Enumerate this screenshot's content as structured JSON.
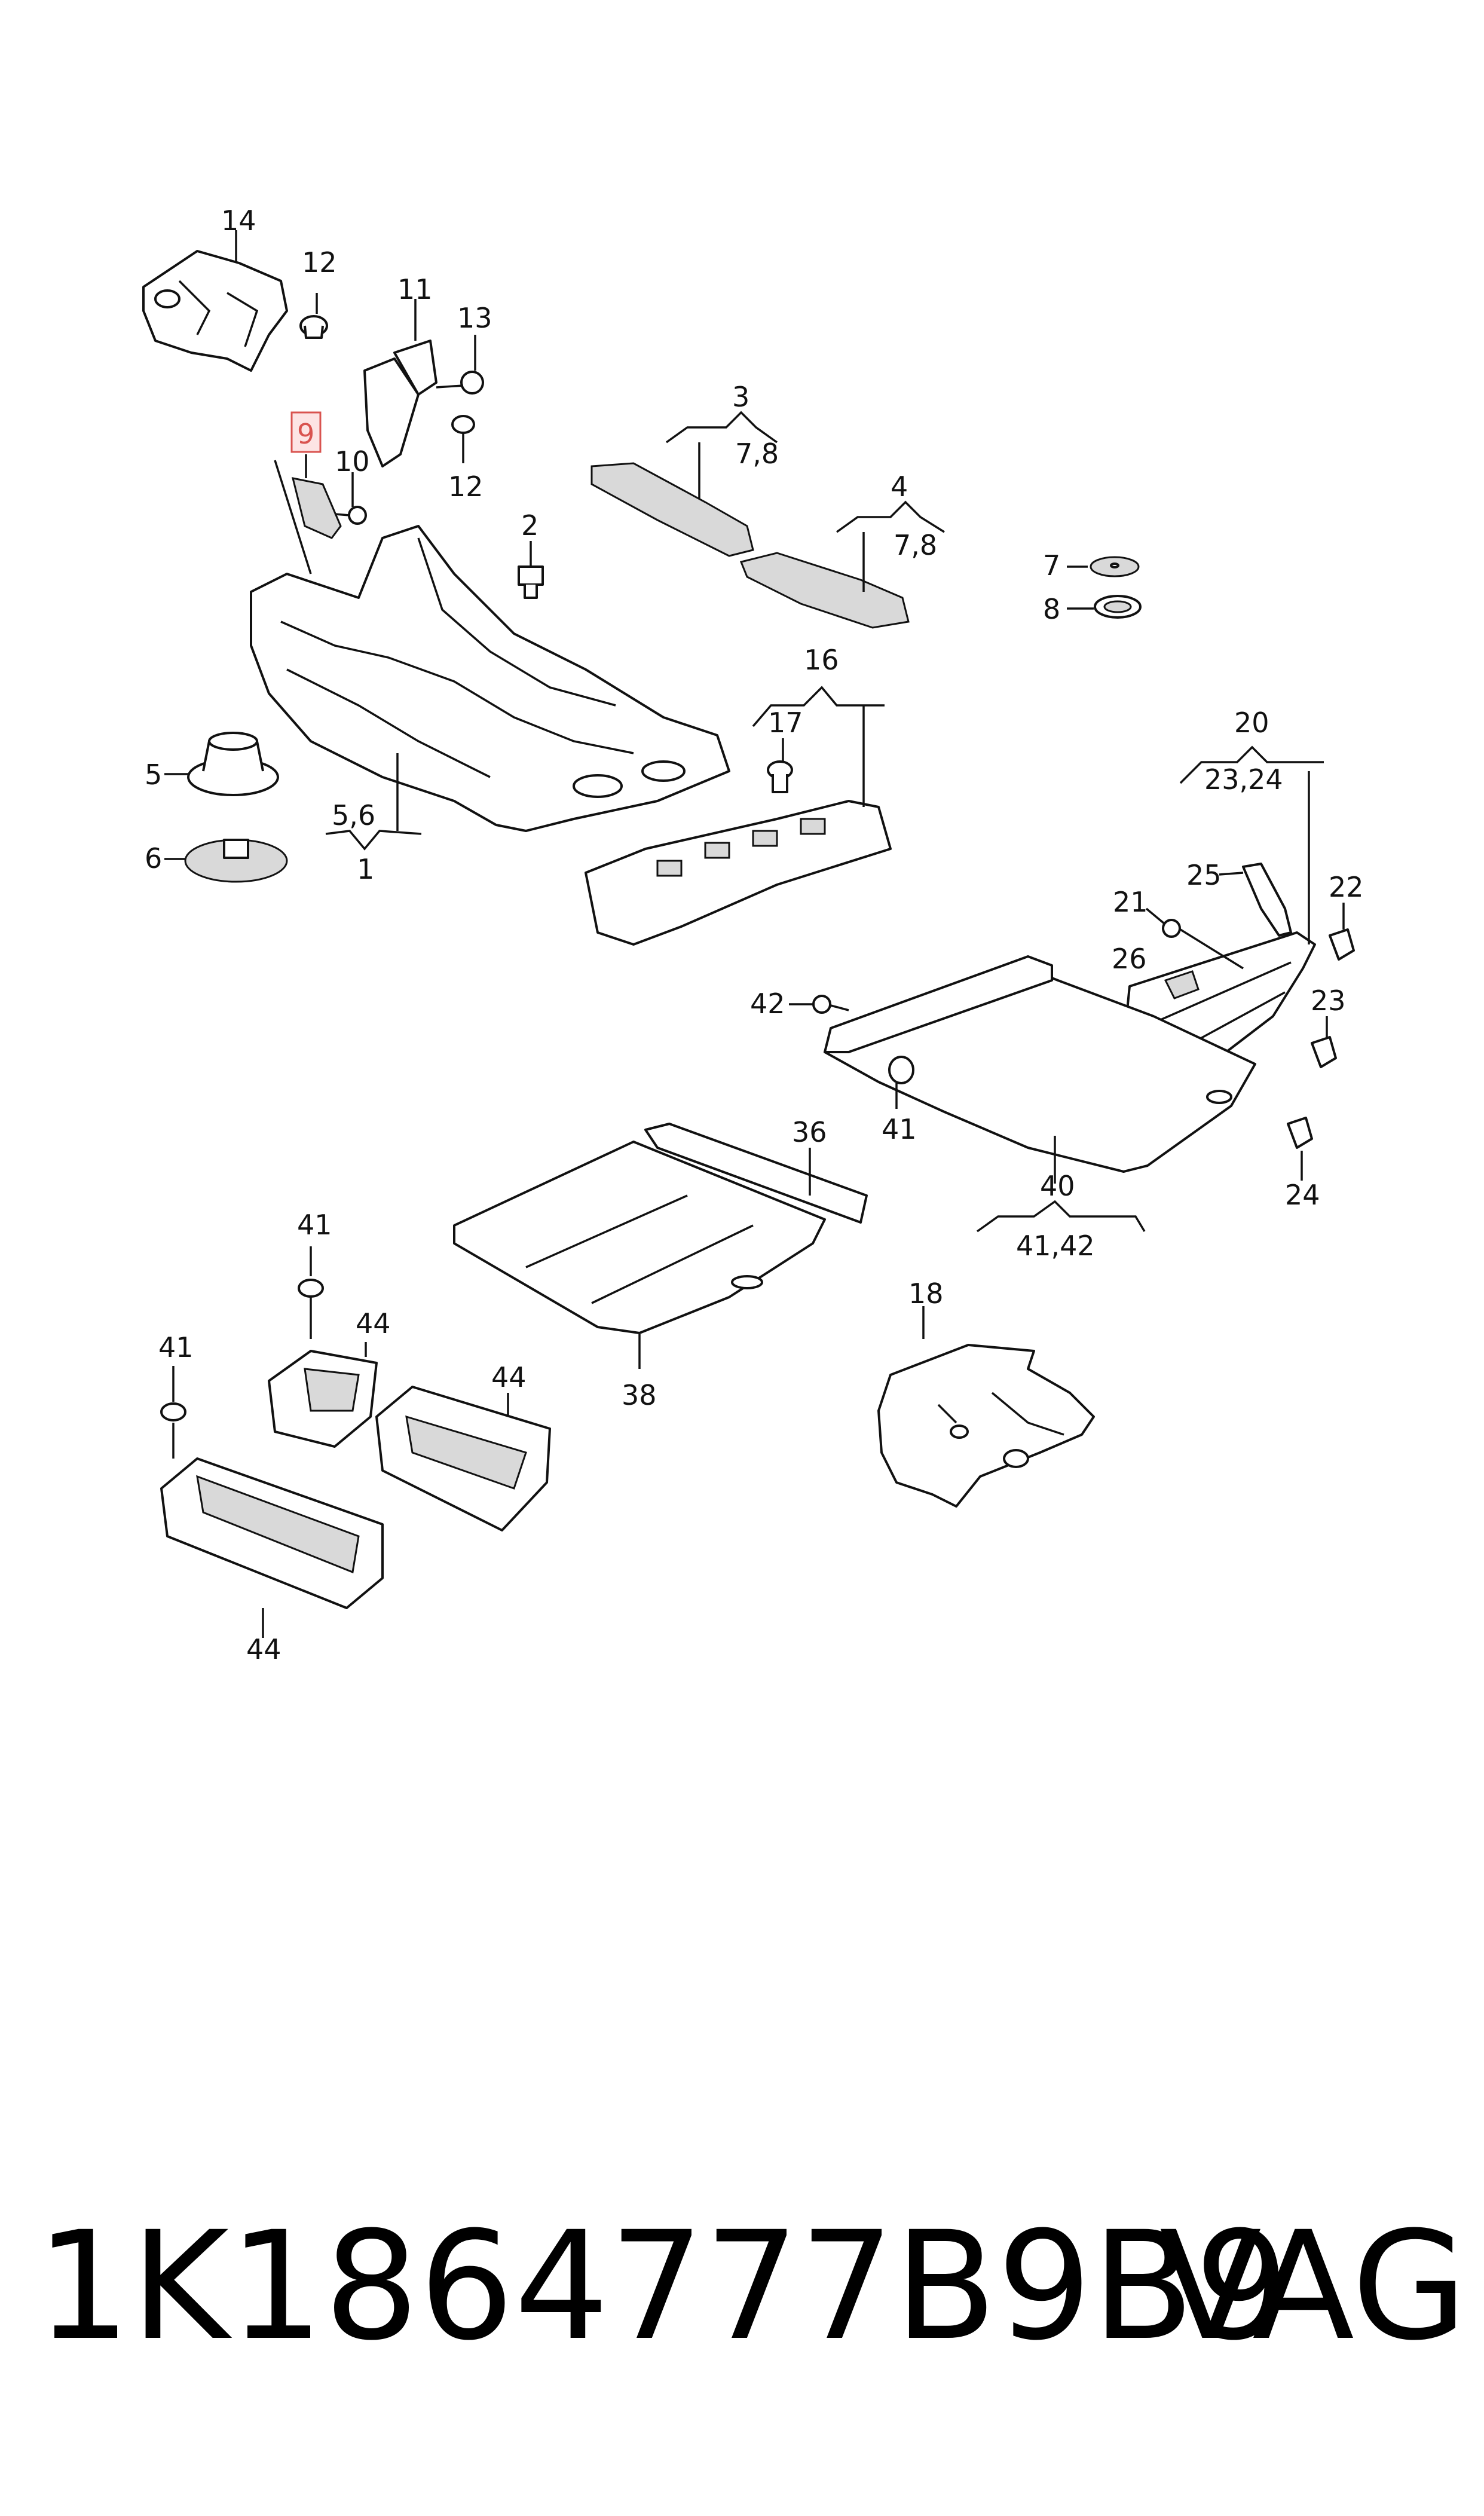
{
  "callouts": {
    "c14": "14",
    "c12a": "12",
    "c11": "11",
    "c13": "13",
    "c12b": "12",
    "c9": "9",
    "c10": "10",
    "c2": "2",
    "c3": "3",
    "c3sub": "7,8",
    "c4": "4",
    "c4sub": "7,8",
    "c7": "7",
    "c8": "8",
    "c5": "5",
    "c6": "6",
    "c1sub": "5,6",
    "c1": "1",
    "c16": "16",
    "c17": "17",
    "c20": "20",
    "c20sub": "23,24",
    "c25": "25",
    "c22": "22",
    "c21": "21",
    "c26": "26",
    "c23": "23",
    "c24": "24",
    "c42": "42",
    "c41a": "41",
    "c40": "40",
    "c40sub": "41,42",
    "c36": "36",
    "c38": "38",
    "c41b": "41",
    "c44a": "44",
    "c44b": "44",
    "c41c": "41",
    "c44c": "44",
    "c18": "18"
  },
  "highlighted_callout": "9",
  "highlight_color": "#d9534f",
  "footer": {
    "part_number": "1K1864777B9B9",
    "brand": "VAG"
  }
}
